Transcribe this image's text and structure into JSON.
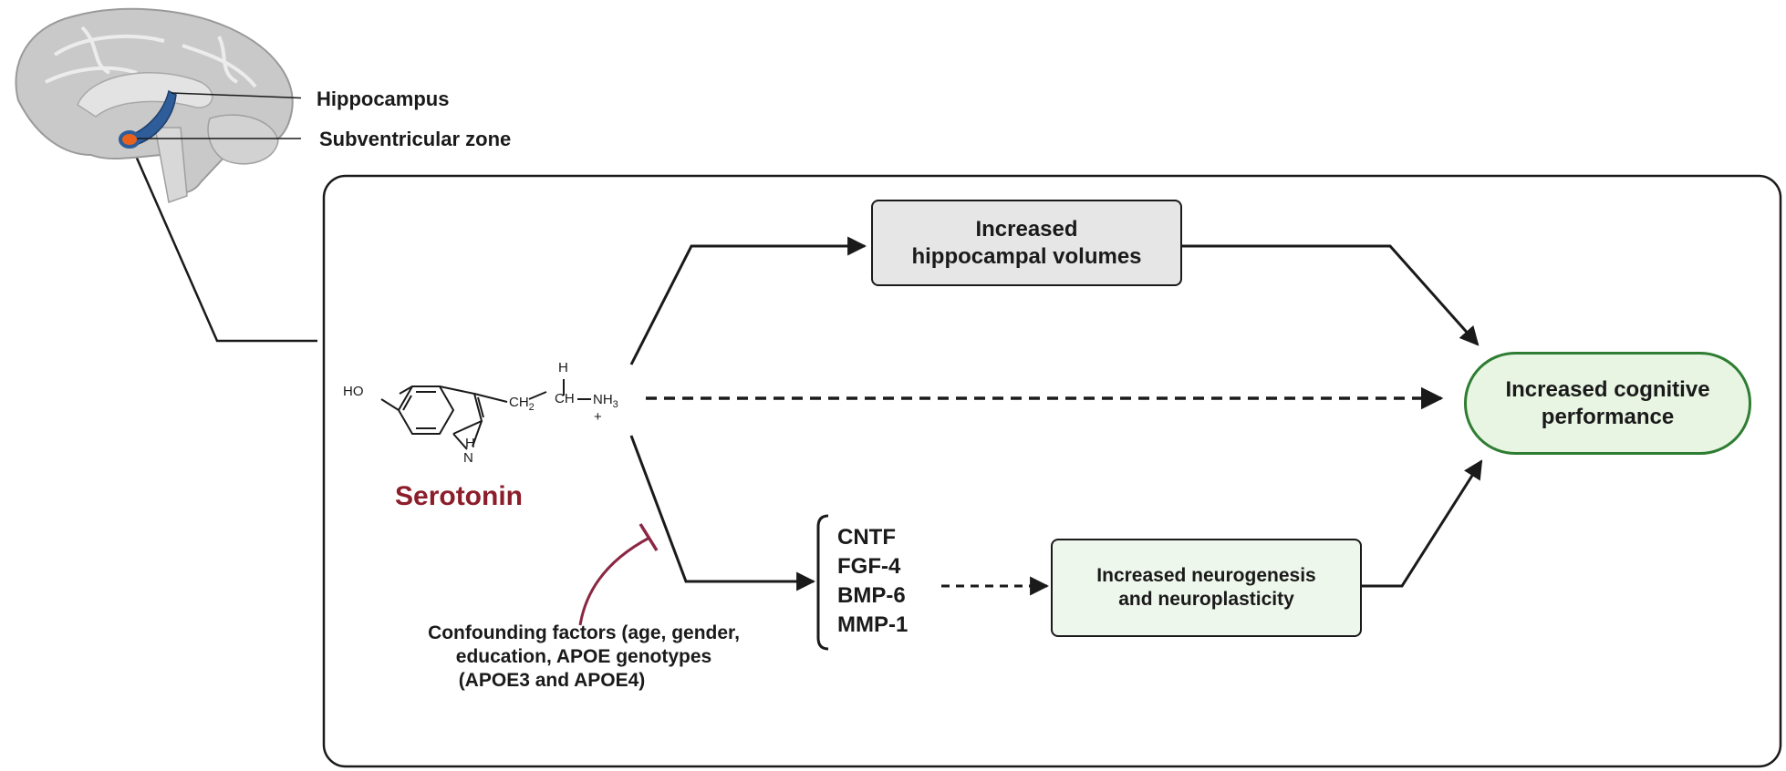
{
  "brain_labels": {
    "hippocampus": "Hippocampus",
    "subventricular": "Subventricular zone"
  },
  "molecule": {
    "name": "Serotonin",
    "ho": "HO",
    "nh": "N",
    "h_bottom": "H",
    "ch2": "CH",
    "ch2_sub": "2",
    "ch": "CH",
    "h_top": "H",
    "nh3": "NH",
    "nh3_sub": "3",
    "charge": "+"
  },
  "boxes": {
    "hippocampal": {
      "line1": "Increased",
      "line2": "hippocampal volumes"
    },
    "cognitive": {
      "line1": "Increased cognitive",
      "line2": "performance"
    },
    "neurogenesis": {
      "line1": "Increased neurogenesis",
      "line2": "and neuroplasticity"
    }
  },
  "factors": [
    "CNTF",
    "FGF-4",
    "BMP-6",
    "MMP-1"
  ],
  "confounding": {
    "line1": "Confounding factors (age, gender,",
    "line2": "education, APOE genotypes",
    "line3": "(APOE3 and APOE4)"
  },
  "colors": {
    "serotonin": "#8b1e2a",
    "inhibit": "#8b2744",
    "hippocampus_blue": "#2e5d9a",
    "svz_orange": "#e8621e",
    "cognitive_border": "#2e7d32",
    "cognitive_fill": "#e8f5e3",
    "neuro_fill": "#eef7ec",
    "hippo_box_fill": "#e6e6e6"
  }
}
